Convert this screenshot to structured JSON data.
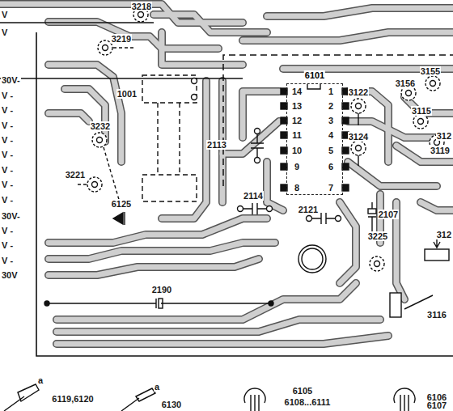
{
  "diagram": {
    "nodes": [
      {
        "text": [
          "6101"
        ]
      }
    ],
    "labels": [
      "3218",
      "3219",
      "1001",
      "3232",
      "3221",
      "6125",
      "2113",
      "2114",
      "2121",
      "2107",
      "3225",
      "3122",
      "3124",
      "3155",
      "3156",
      "3115",
      "3119",
      "312",
      "312",
      "3116",
      "2190",
      "14",
      "1",
      "13",
      "2",
      "12",
      "3",
      "11",
      "4",
      "10",
      "5",
      "9",
      "6",
      "8",
      "7",
      "V",
      "V",
      "30V-",
      "V -",
      "V -",
      "V -",
      "V -",
      "V -",
      "V -",
      "V -",
      "V -",
      "30V-",
      "V -",
      "V -",
      "V -",
      "30V",
      "a",
      "6119,6120",
      "a",
      "6130",
      "6105",
      "6108...6111",
      "6106",
      "6107"
    ]
  }
}
